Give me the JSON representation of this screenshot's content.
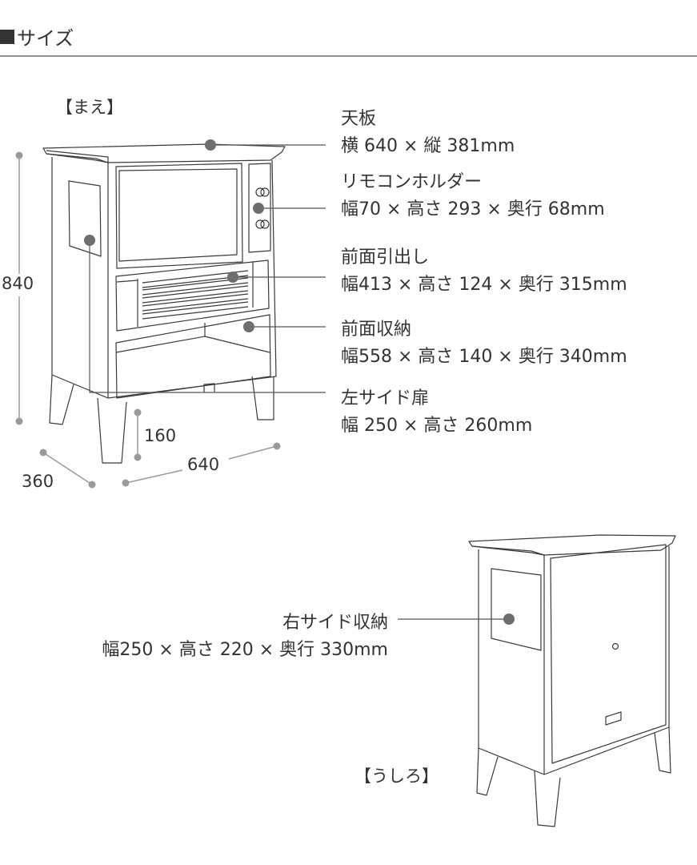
{
  "header": {
    "title": "サイズ",
    "square_icon": "black-square"
  },
  "front_view": {
    "label": "【まえ】",
    "dimensions": {
      "height": "840",
      "leg_height": "160",
      "width": "640",
      "depth": "360"
    }
  },
  "back_view": {
    "label": "【うしろ】"
  },
  "specs": [
    {
      "name": "天板",
      "dims": "横 640 × 縦 381mm"
    },
    {
      "name": "リモコンホルダー",
      "dims": "幅70 × 高さ 293 × 奥行 68mm"
    },
    {
      "name": "前面引出し",
      "dims": "幅413 × 高さ 124 × 奥行 315mm"
    },
    {
      "name": "前面収納",
      "dims": "幅558 × 高さ 140 × 奥行 340mm"
    },
    {
      "name": "左サイド扉",
      "dims": "幅 250 × 高さ 260mm"
    },
    {
      "name": "右サイド収納",
      "dims": "幅250 × 高さ 220 × 奥行 330mm"
    }
  ],
  "colors": {
    "line": "#3a3a3a",
    "dot": "#6e6e6e",
    "dim_dot": "#9a9a9a",
    "rule": "#8f8f8f"
  }
}
